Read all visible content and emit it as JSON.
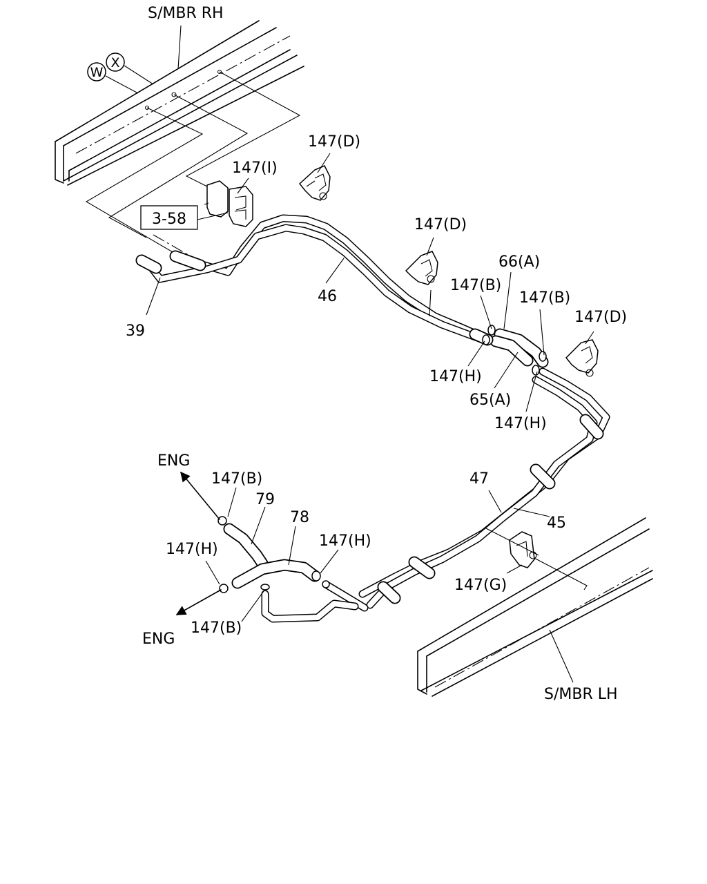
{
  "labels": {
    "smbr_rh": "S/MBR RH",
    "smbr_lh": "S/MBR LH",
    "circle_w": "W",
    "circle_x": "X",
    "ref_3_58": "3-58",
    "p39": "39",
    "p46": "46",
    "p47": "47",
    "p45": "45",
    "p79": "79",
    "p78": "78",
    "p65a": "65(A)",
    "p66a": "66(A)",
    "c147d_1": "147(D)",
    "c147d_2": "147(D)",
    "c147d_3": "147(D)",
    "c147i": "147(I)",
    "c147b_1": "147(B)",
    "c147b_2": "147(B)",
    "c147b_3": "147(B)",
    "c147b_4": "147(B)",
    "c147h_1": "147(H)",
    "c147h_2": "147(H)",
    "c147h_3": "147(H)",
    "c147h_4": "147(H)",
    "c147g": "147(G)",
    "eng_top": "ENG",
    "eng_bottom": "ENG"
  }
}
